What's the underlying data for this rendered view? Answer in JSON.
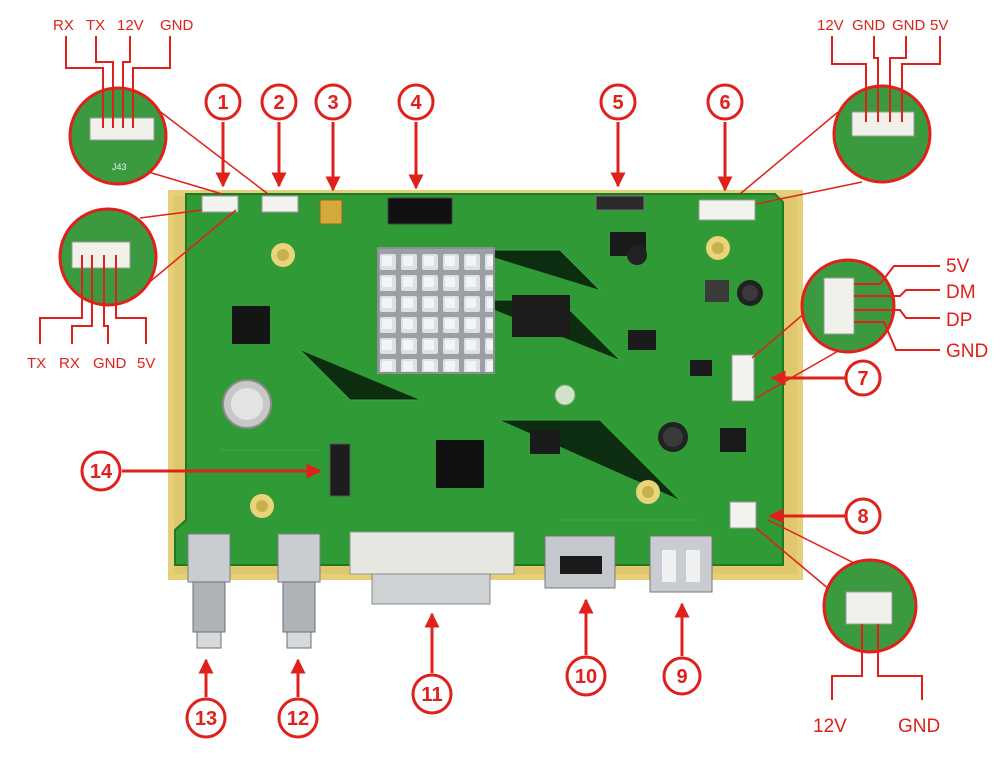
{
  "callouts": {
    "c1": "1",
    "c2": "2",
    "c3": "3",
    "c4": "4",
    "c5": "5",
    "c6": "6",
    "c7": "7",
    "c8": "8",
    "c9": "9",
    "c10": "10",
    "c11": "11",
    "c12": "12",
    "c13": "13",
    "c14": "14"
  },
  "connectors": {
    "j43_top": [
      "RX",
      "TX",
      "12V",
      "GND"
    ],
    "uart_left": [
      "TX",
      "RX",
      "GND",
      "5V"
    ],
    "power_top_right": [
      "12V",
      "GND",
      "GND",
      "5V"
    ],
    "usb_right": [
      "5V",
      "DM",
      "DP",
      "GND"
    ],
    "power_bottom_right": [
      "12V",
      "GND"
    ]
  },
  "pcb_silkscreen": {
    "j43_label": "J43"
  },
  "colors": {
    "annotation": "#e0201a",
    "pcb": "#2f9a36",
    "frame": "#e6cf78"
  }
}
